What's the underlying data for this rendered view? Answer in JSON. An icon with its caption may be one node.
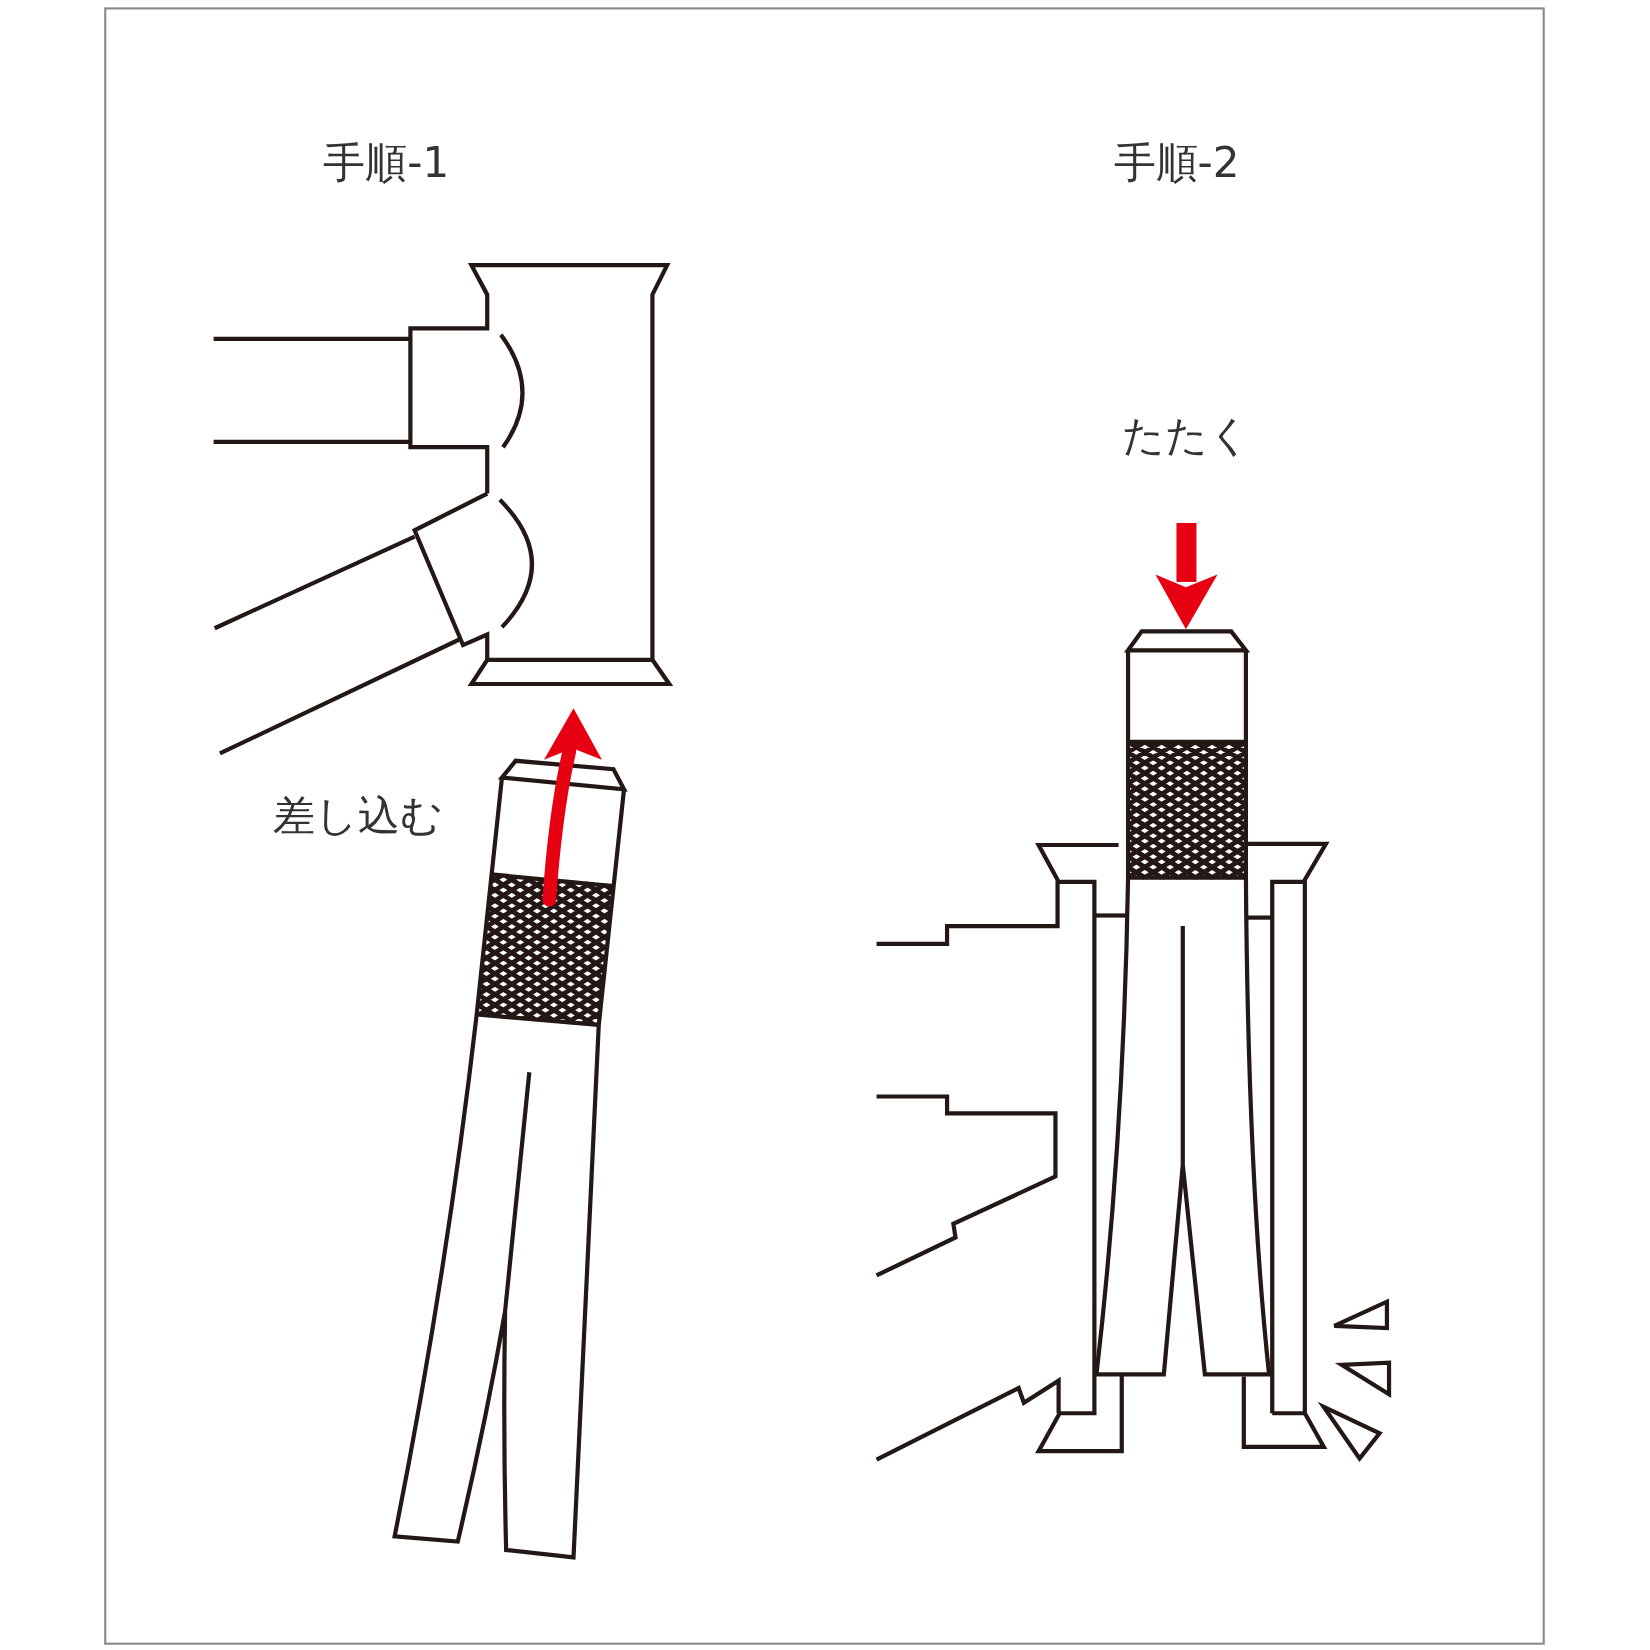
{
  "diagram": {
    "labels": [
      "手順-1",
      "手順-2",
      "たたく",
      "差し込む"
    ]
  }
}
